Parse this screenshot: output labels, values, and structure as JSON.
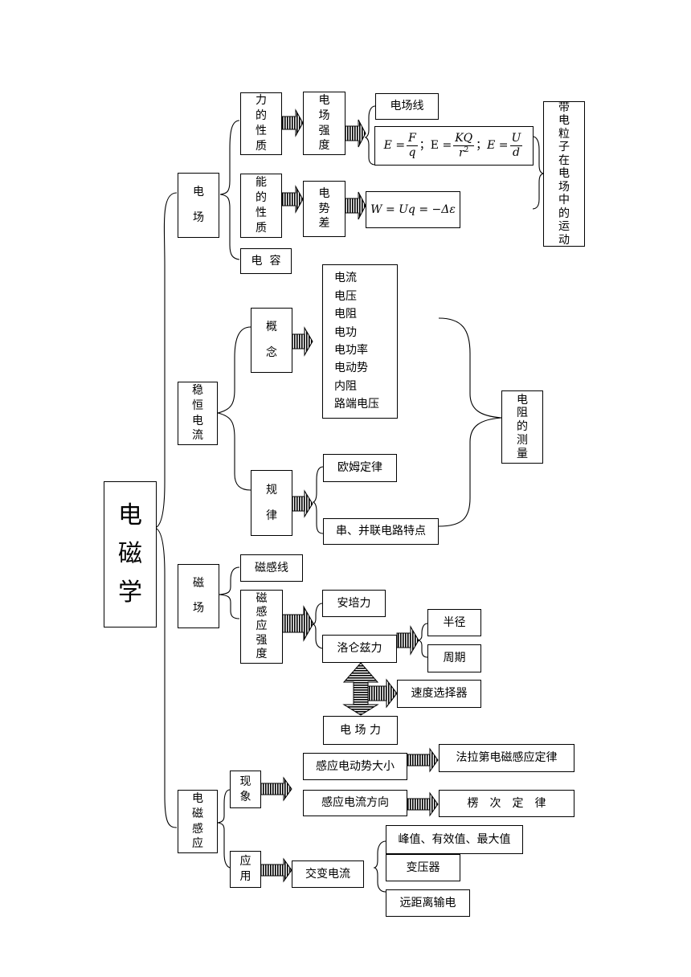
{
  "root": [
    "电",
    "磁",
    "学"
  ],
  "electric_field": {
    "title": [
      "电",
      "场"
    ],
    "force_nature": [
      "力",
      "的",
      "性",
      "质"
    ],
    "field_strength": [
      "电",
      "场",
      "强",
      "度"
    ],
    "field_lines": "电场线",
    "formula_strength": {
      "e1_lhs": "E =",
      "e1_num": "F",
      "e1_den": "q",
      "sep1": "；",
      "e2_lhs": "E =",
      "e2_num": "KQ",
      "e2_den": "r",
      "e2_den_exp": "2",
      "sep2": "；",
      "e3_lhs": "E =",
      "e3_num": "U",
      "e3_den": "d"
    },
    "energy_nature": [
      "能",
      "的",
      "性",
      "质"
    ],
    "potential_diff": [
      "电",
      "势",
      "差"
    ],
    "formula_potential": "W = Uq = −Δε",
    "capacitance": "电  容",
    "charged_particle": [
      "带",
      "电",
      "粒",
      "子",
      "在",
      "电",
      "场",
      "中",
      "的",
      "运",
      "动"
    ]
  },
  "steady_current": {
    "title": [
      "稳",
      "恒",
      "电",
      "流"
    ],
    "concept": [
      "概",
      "念"
    ],
    "concept_list": [
      "电流",
      "电压",
      "电阻",
      "电功",
      "电功率",
      "电动势",
      "内阻",
      "路端电压"
    ],
    "law": [
      "规",
      "律"
    ],
    "ohm_law": "欧姆定律",
    "series_parallel": "串、并联电路特点",
    "resistance_measure": [
      "电",
      "阻",
      "的",
      "测",
      "量"
    ]
  },
  "magnetic_field": {
    "title": [
      "磁",
      "场"
    ],
    "field_lines": "磁感线",
    "induction_strength": [
      "磁",
      "感",
      "应",
      "强",
      "度"
    ],
    "ampere_force": "安培力",
    "lorentz_force": "洛仑兹力",
    "radius": "半径",
    "period": "周期",
    "velocity_selector": "速度选择器",
    "electric_force": "电 场 力"
  },
  "em_induction": {
    "title": [
      "电",
      "磁",
      "感",
      "应"
    ],
    "phenomenon": [
      "现",
      "象"
    ],
    "emf_magnitude": "感应电动势大小",
    "faraday_law": "法拉第电磁感应定律",
    "current_direction": "感应电流方向",
    "lenz_law": "楞　次　定　律",
    "application": [
      "应",
      "用"
    ],
    "ac_current": "交变电流",
    "ac_values": "峰值、有效值、最大值",
    "transformer": "变压器",
    "long_distance": "远距离输电"
  }
}
